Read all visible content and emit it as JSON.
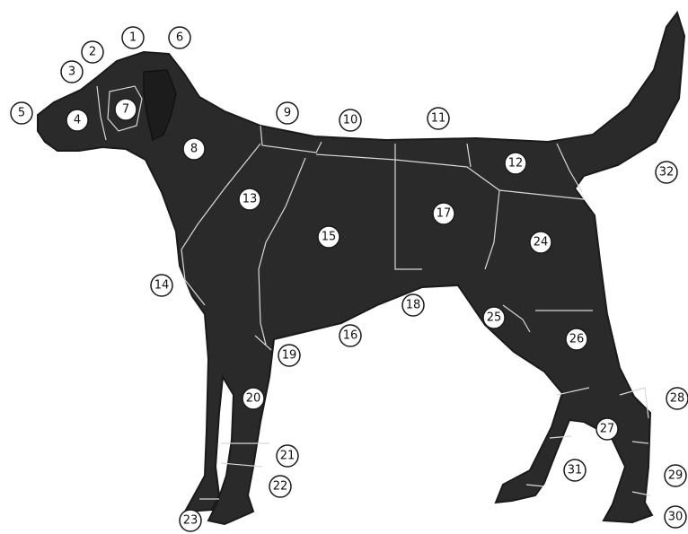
{
  "diagram": {
    "colors": {
      "silhouette": "#2a2a2a",
      "zone_lines": "#d8d8d8",
      "label_fill": "#ffffff",
      "label_text": "#111111"
    },
    "labels": [
      {
        "id": "1",
        "text": "1"
      },
      {
        "id": "2",
        "text": "2"
      },
      {
        "id": "3",
        "text": "3"
      },
      {
        "id": "4",
        "text": "4"
      },
      {
        "id": "5",
        "text": "5"
      },
      {
        "id": "6",
        "text": "6"
      },
      {
        "id": "7",
        "text": "7"
      },
      {
        "id": "8",
        "text": "8"
      },
      {
        "id": "9",
        "text": "9"
      },
      {
        "id": "10",
        "text": "10"
      },
      {
        "id": "11",
        "text": "11"
      },
      {
        "id": "12",
        "text": "12"
      },
      {
        "id": "13",
        "text": "13"
      },
      {
        "id": "14",
        "text": "14"
      },
      {
        "id": "15",
        "text": "15"
      },
      {
        "id": "16",
        "text": "16"
      },
      {
        "id": "17",
        "text": "17"
      },
      {
        "id": "18",
        "text": "18"
      },
      {
        "id": "19",
        "text": "19"
      },
      {
        "id": "20",
        "text": "20"
      },
      {
        "id": "21",
        "text": "21"
      },
      {
        "id": "22",
        "text": "22"
      },
      {
        "id": "23",
        "text": "23"
      },
      {
        "id": "24",
        "text": "24"
      },
      {
        "id": "25",
        "text": "25"
      },
      {
        "id": "26",
        "text": "26"
      },
      {
        "id": "27",
        "text": "27"
      },
      {
        "id": "28",
        "text": "28"
      },
      {
        "id": "29",
        "text": "29"
      },
      {
        "id": "30",
        "text": "30"
      },
      {
        "id": "31",
        "text": "31"
      },
      {
        "id": "32",
        "text": "32"
      }
    ]
  }
}
